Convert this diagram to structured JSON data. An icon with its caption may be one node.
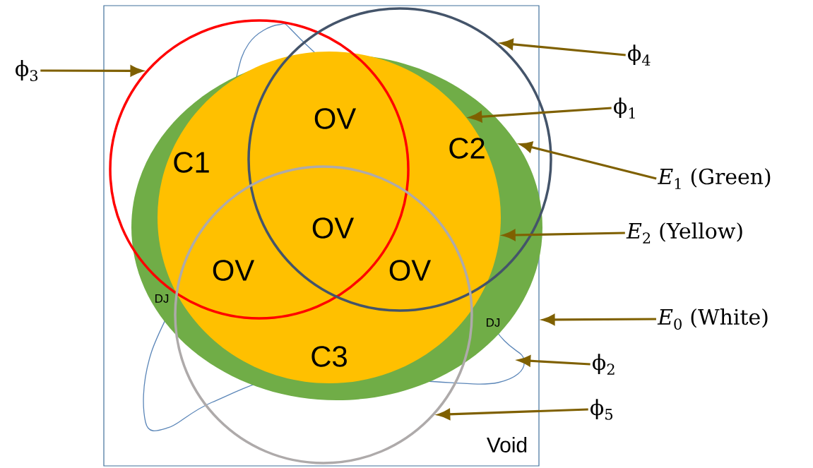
{
  "diagram": {
    "nodes": [
      {
        "text": [
          "Void"
        ]
      },
      {
        "text": [],
        "shape": "ellipse",
        "in": 0
      },
      {
        "text": [],
        "shape": "ellipse",
        "in": 1
      },
      {
        "text": [],
        "shape": "circle",
        "in": 0
      },
      {
        "text": [],
        "shape": "circle",
        "in": 0
      },
      {
        "text": [],
        "shape": "circle",
        "in": 0
      },
      {
        "text": [],
        "shape": "curve",
        "in": 0
      },
      {
        "text": [
          "ϕ$_{3}$"
        ]
      },
      {
        "text": [
          "ϕ$_{4}$"
        ]
      },
      {
        "text": [
          "ϕ$_{1}$"
        ]
      },
      {
        "text": [
          "*E*$_{1}$ (Green)"
        ]
      },
      {
        "text": [
          "*E*$_{2}$ (Yellow)"
        ]
      },
      {
        "text": [
          "*E*$_{0}$ (White)"
        ]
      },
      {
        "text": [
          "ϕ$_{2}$"
        ]
      },
      {
        "text": [
          "ϕ$_{5}$"
        ]
      }
    ],
    "edges": [
      {
        "from": 7,
        "to": 3,
        "arrow": "to"
      },
      {
        "from": 8,
        "to": 4,
        "arrow": "to"
      },
      {
        "from": 9,
        "to": 2,
        "arrow": "to"
      },
      {
        "from": 10,
        "to": 1,
        "arrow": "to"
      },
      {
        "from": 11,
        "to": 2,
        "arrow": "to"
      },
      {
        "from": 12,
        "to": 0,
        "arrow": "to"
      },
      {
        "from": 13,
        "to": 6,
        "arrow": "to"
      },
      {
        "from": 14,
        "to": 5,
        "arrow": "to"
      }
    ],
    "labels": [
      "OV",
      "C2",
      "C1",
      "OV",
      "OV",
      "OV",
      "DJ",
      "DJ",
      "C3"
    ]
  }
}
